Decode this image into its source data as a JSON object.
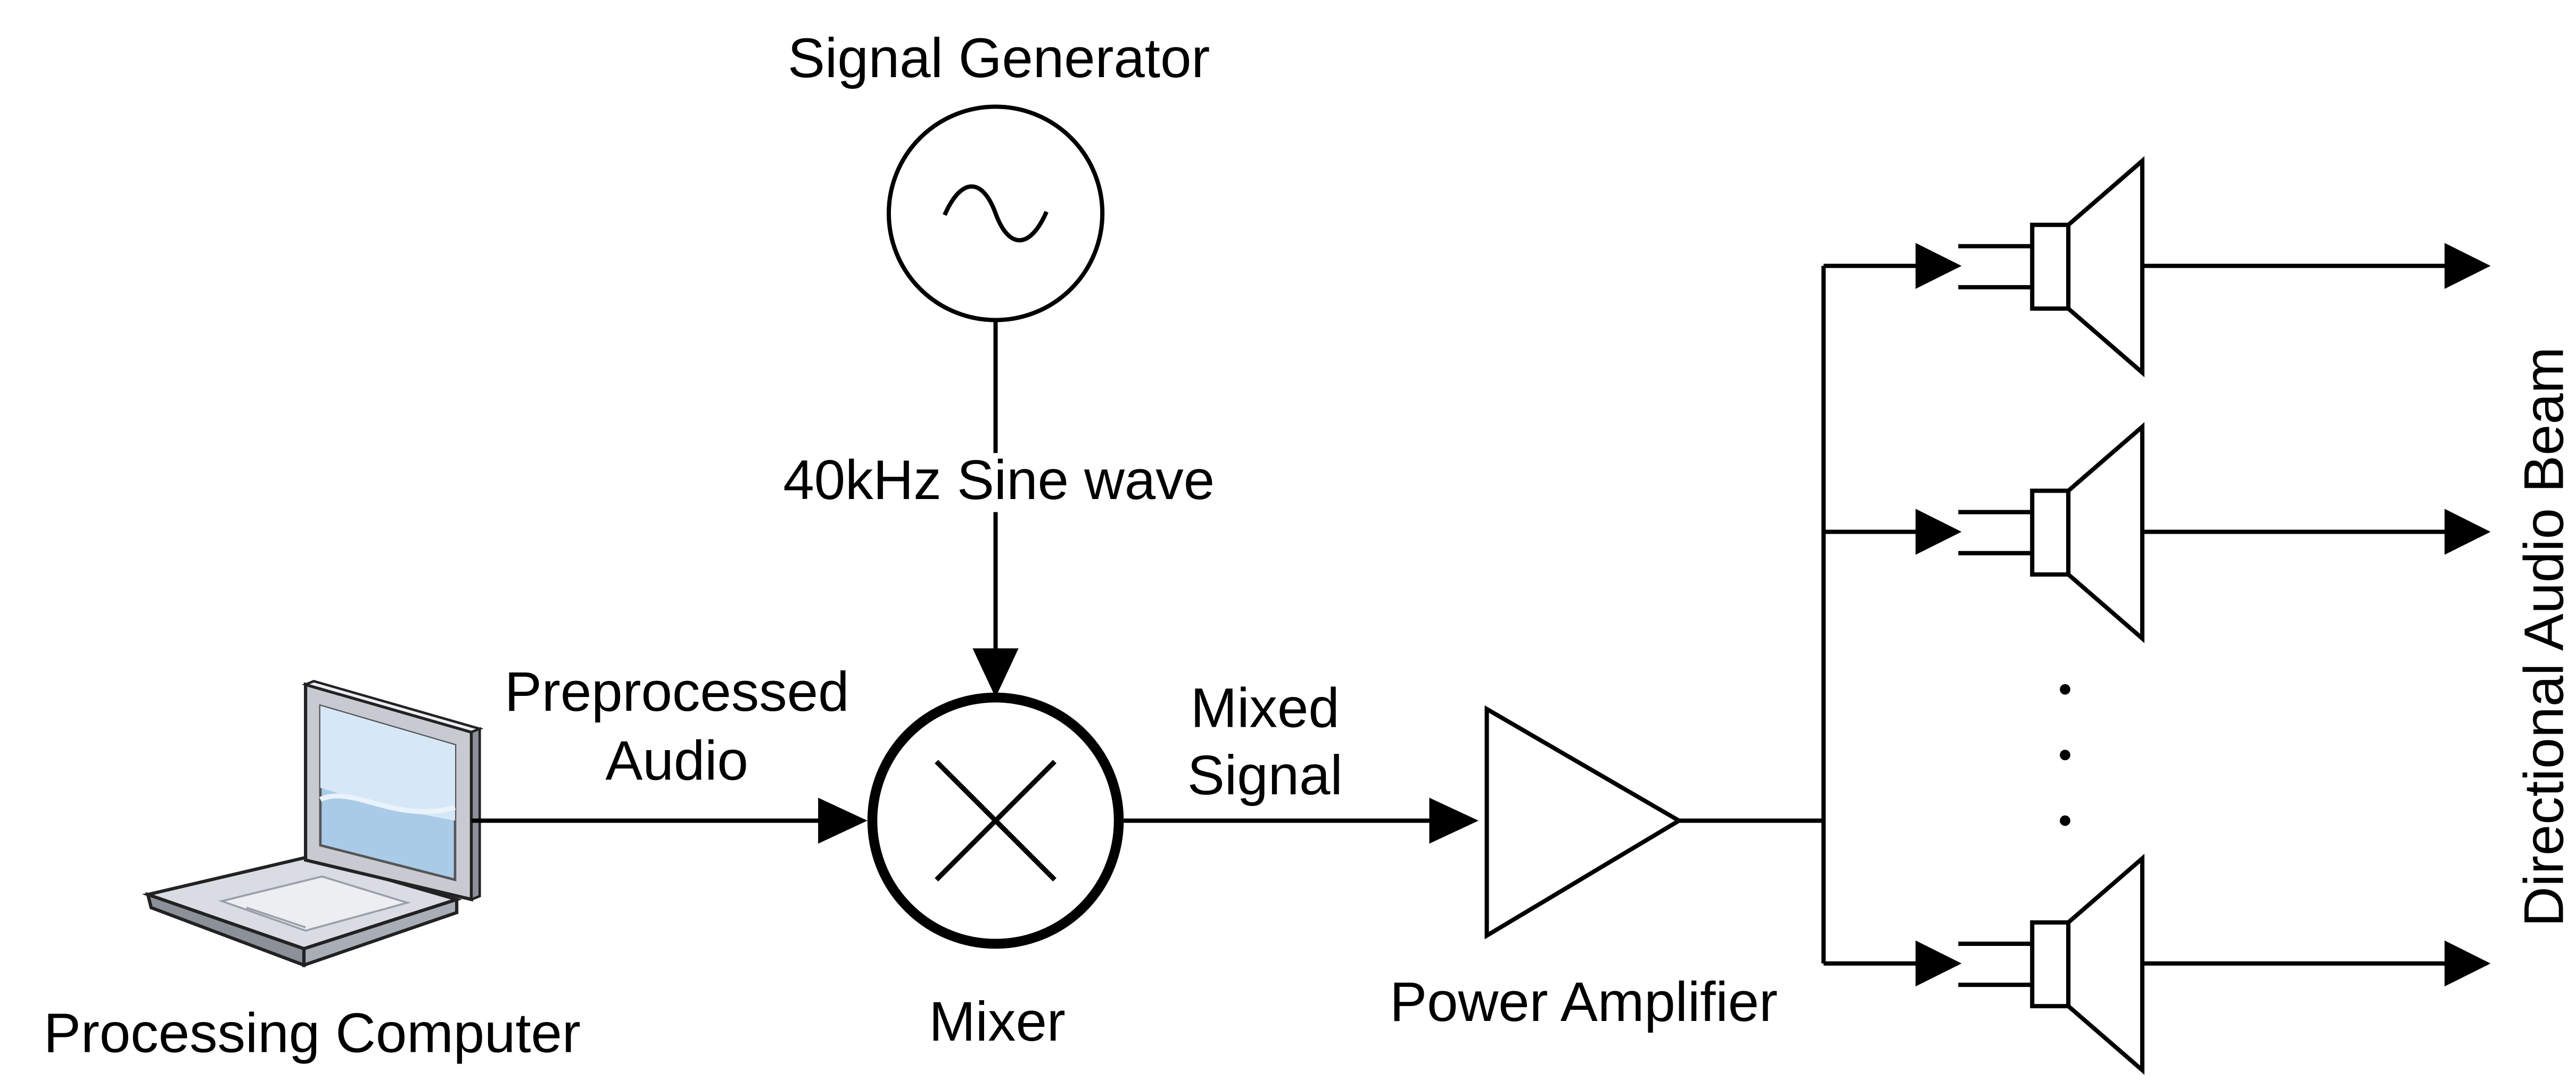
{
  "diagram": {
    "labels": {
      "signal_generator": "Signal Generator",
      "sine_wave": "40kHz Sine wave",
      "preprocessed_line1": "Preprocessed",
      "preprocessed_line2": "Audio",
      "mixed_line1": "Mixed",
      "mixed_line2": "Signal",
      "processing_computer": "Processing Computer",
      "mixer": "Mixer",
      "power_amplifier": "Power Amplifier",
      "directional_audio_beam": "Directional Audio Beam",
      "ellipsis_dots": "⋮"
    },
    "icons": {
      "computer": "laptop-icon",
      "generator": "sine-wave-source-icon",
      "mixer": "multiplier-icon",
      "amplifier": "amplifier-triangle-icon",
      "speaker": "ultrasonic-speaker-icon"
    },
    "colors": {
      "stroke": "#000000",
      "screen_light": "#cfe4f6",
      "screen_dark": "#8fbde0",
      "laptop_body": "#d9dce3",
      "laptop_shadow": "#8c9099"
    }
  }
}
